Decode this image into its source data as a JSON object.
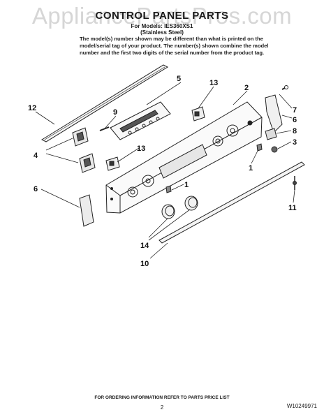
{
  "watermark": "AppliancePartsPros.com",
  "header": {
    "title": "CONTROL PANEL PARTS",
    "model_line": "For Models: IES360XS1",
    "finish": "(Stainless Steel)",
    "note": "The model(s) number shown may be different than what is printed on the model/serial tag of your product. The number(s) shown combine the model number and the first two digits of the serial number from the product tag."
  },
  "callouts": {
    "c1a": "1",
    "c1b": "1",
    "c2": "2",
    "c3": "3",
    "c4": "4",
    "c5": "5",
    "c6a": "6",
    "c6b": "6",
    "c7": "7",
    "c8": "8",
    "c9": "9",
    "c10": "10",
    "c11": "11",
    "c12": "12",
    "c13a": "13",
    "c13b": "13",
    "c14": "14"
  },
  "footer": {
    "ordering": "FOR ORDERING INFORMATION REFER TO PARTS PRICE LIST",
    "page": "2",
    "doc_id": "W10249971"
  }
}
